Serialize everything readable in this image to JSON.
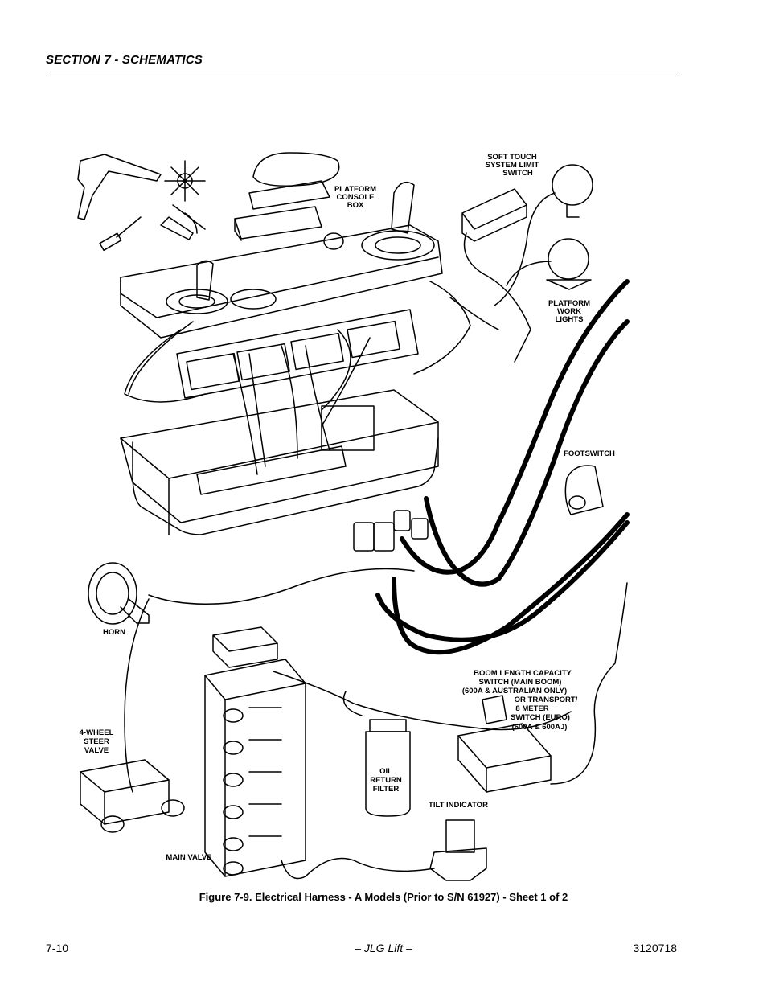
{
  "header": {
    "section": "SECTION 7 - SCHEMATICS"
  },
  "figure": {
    "caption": "Figure 7-9.  Electrical Harness - A Models (Prior to S/N 61927) - Sheet 1 of 2",
    "labels": {
      "platform_console_1": "PLATFORM",
      "platform_console_2": "CONSOLE",
      "platform_console_3": "BOX",
      "soft_touch_1": "SOFT TOUCH",
      "soft_touch_2": "SYSTEM LIMIT",
      "soft_touch_3": "SWITCH",
      "work_lights_1": "PLATFORM",
      "work_lights_2": "WORK",
      "work_lights_3": "LIGHTS",
      "footswitch": "FOOTSWITCH",
      "horn": "HORN",
      "boom_1": "BOOM LENGTH CAPACITY",
      "boom_2": "SWITCH (MAIN BOOM)",
      "boom_3": "(600A & AUSTRALIAN ONLY)",
      "boom_4": "OR TRANSPORT/",
      "boom_5": "8 METER",
      "boom_6": "SWITCH (EURO)",
      "boom_7": "(600A & 600AJ)",
      "steer_1": "4-WHEEL",
      "steer_2": "STEER",
      "steer_3": "VALVE",
      "oil_1": "OIL",
      "oil_2": "RETURN",
      "oil_3": "FILTER",
      "tilt": "TILT INDICATOR",
      "main_valve": "MAIN VALVE"
    }
  },
  "footer": {
    "page_number": "7-10",
    "center": "– JLG Lift –",
    "doc_number": "3120718"
  }
}
